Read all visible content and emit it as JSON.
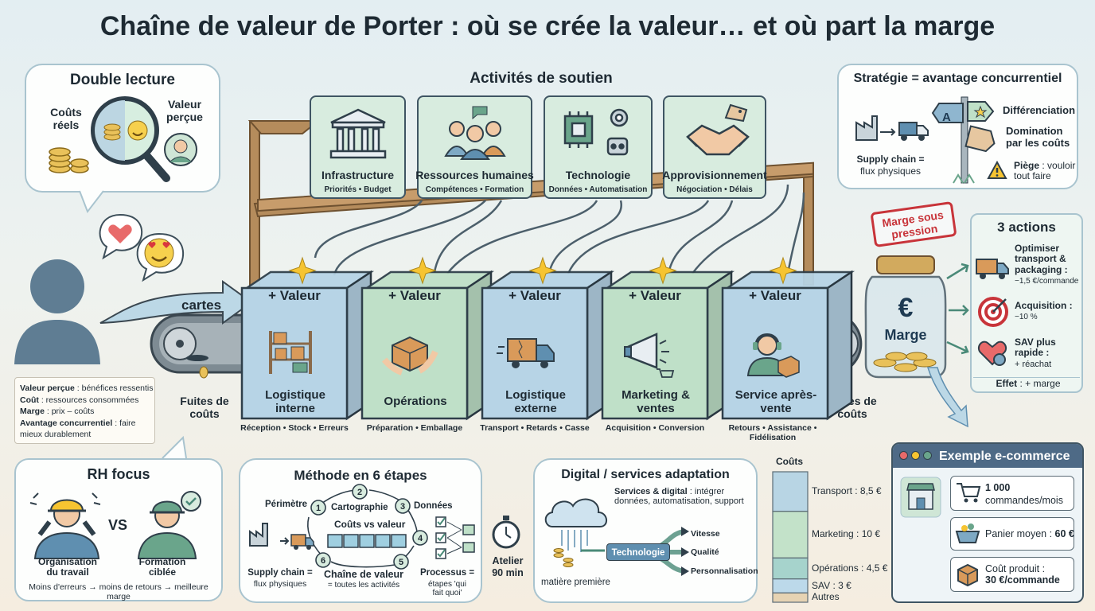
{
  "title": "Chaîne de valeur de Porter : où se crée la valeur… et où part la marge",
  "double_lecture": {
    "title": "Double lecture",
    "left": "Coûts réels",
    "right": "Valeur perçue"
  },
  "soutien": {
    "title": "Activités de soutien",
    "items": [
      {
        "name": "Infrastructure",
        "sub": "Priorités • Budget",
        "icon": "building-icon"
      },
      {
        "name": "Ressources humaines",
        "sub": "Compétences • Formation",
        "icon": "people-icon"
      },
      {
        "name": "Technologie",
        "sub": "Données • Automatisation",
        "icon": "chip-icon"
      },
      {
        "name": "Approvisionnement",
        "sub": "Négociation • Délais",
        "icon": "handshake-icon"
      }
    ]
  },
  "strategie": {
    "title": "Stratégie = avantage concurrentiel",
    "supply": "Supply chain =",
    "supply_sub": "flux physiques",
    "sign_letter": "A",
    "diff": "Différenciation",
    "domination": "Domination par les coûts",
    "piege_b": "Piège",
    "piege": " : vouloir tout faire"
  },
  "primary": {
    "plus": "+ Valeur",
    "items": [
      {
        "name": "Logistique interne",
        "sub": "Réception • Stock • Erreurs",
        "color": "#b7d4e6"
      },
      {
        "name": "Opérations",
        "sub": "Préparation • Emballage",
        "color": "#bfe0c8"
      },
      {
        "name": "Logistique externe",
        "sub": "Transport • Retards • Casse",
        "color": "#b7d4e6"
      },
      {
        "name": "Marketing & ventes",
        "sub": "Acquisition • Conversion",
        "color": "#bfe0c8"
      },
      {
        "name": "Service après-vente",
        "sub": "Retours • Assistance • Fidélisation",
        "color": "#b7d4e6"
      }
    ]
  },
  "cartes": "cartes",
  "fuites_left": "Fuites de coûts",
  "fuites_right": "Fuites de coûts",
  "stamp": "Marge sous pression",
  "jar": {
    "symbol": "€",
    "label": "Marge"
  },
  "actions": {
    "title": "3 actions",
    "items": [
      {
        "label": "Optimiser transport & packaging :",
        "value": "−1,5 €/commande",
        "icon": "truck-icon"
      },
      {
        "label": "Acquisition :",
        "value": "−10 %",
        "icon": "target-icon"
      },
      {
        "label": "SAV plus rapide :",
        "value": "+ réachat",
        "icon": "heart-icon"
      }
    ],
    "effet_b": "Effet",
    "effet": " : + marge"
  },
  "glossaire": [
    {
      "term": "Valeur perçue",
      "def": " : bénéfices ressentis"
    },
    {
      "term": "Coût",
      "def": " : ressources consommées"
    },
    {
      "term": "Marge",
      "def": " : prix – coûts"
    },
    {
      "term": "Avantage concurrentiel",
      "def": " : faire mieux durablement"
    }
  ],
  "rh": {
    "title": "RH focus",
    "vs": "VS",
    "left": "Organisation du travail",
    "right": "Formation ciblée",
    "footer": "Moins d'erreurs → moins de retours → meilleure marge"
  },
  "methode": {
    "title": "Méthode en 6 étapes",
    "steps": [
      {
        "n": "1",
        "label": "Périmètre"
      },
      {
        "n": "2",
        "label": "Cartographie"
      },
      {
        "n": "3",
        "label": "Données"
      },
      {
        "n": "4",
        "label": ""
      },
      {
        "n": "5",
        "label": ""
      },
      {
        "n": "6",
        "label": ""
      }
    ],
    "center": "Coûts vs valeur",
    "supply": "Supply chain =",
    "supply_sub": "flux physiques",
    "chaine": "Chaîne de valeur",
    "chaine_sub": "= toutes les activités",
    "processus": "Processus =",
    "processus_sub": "étapes 'qui fait quoi'",
    "atelier": "Atelier",
    "atelier_time": "90 min"
  },
  "digital": {
    "title": "Digital / services adaptation",
    "lead_b": "Services & digital",
    "lead": " : intégrer données, automatisation, support",
    "tech": "Technologie",
    "outputs": [
      "Vitesse",
      "Qualité",
      "Personnalisation"
    ],
    "matiere": "matière première"
  },
  "couts": {
    "title": "Coûts",
    "segments": [
      {
        "label": "Transport : 8,5 €",
        "value": 8.5,
        "color": "#b8d5e4"
      },
      {
        "label": "Marketing : 10 €",
        "value": 10,
        "color": "#c3e2c9"
      },
      {
        "label": "Opérations : 4,5 €",
        "value": 4.5,
        "color": "#a6d3cc"
      },
      {
        "label": "SAV : 3 €",
        "value": 3,
        "color": "#bcd9ea"
      },
      {
        "label": "Autres",
        "value": 2,
        "color": "#e6d3b3"
      }
    ]
  },
  "ecommerce": {
    "title": "Exemple e-commerce",
    "cards": [
      {
        "b": "1 000",
        "t": "commandes/mois",
        "icon": "cart-icon"
      },
      {
        "t": "Panier moyen : ",
        "b": "60 €",
        "icon": "basket-icon"
      },
      {
        "t": "Coût produit :",
        "b": "30 €/commande",
        "icon": "box-icon"
      }
    ]
  }
}
